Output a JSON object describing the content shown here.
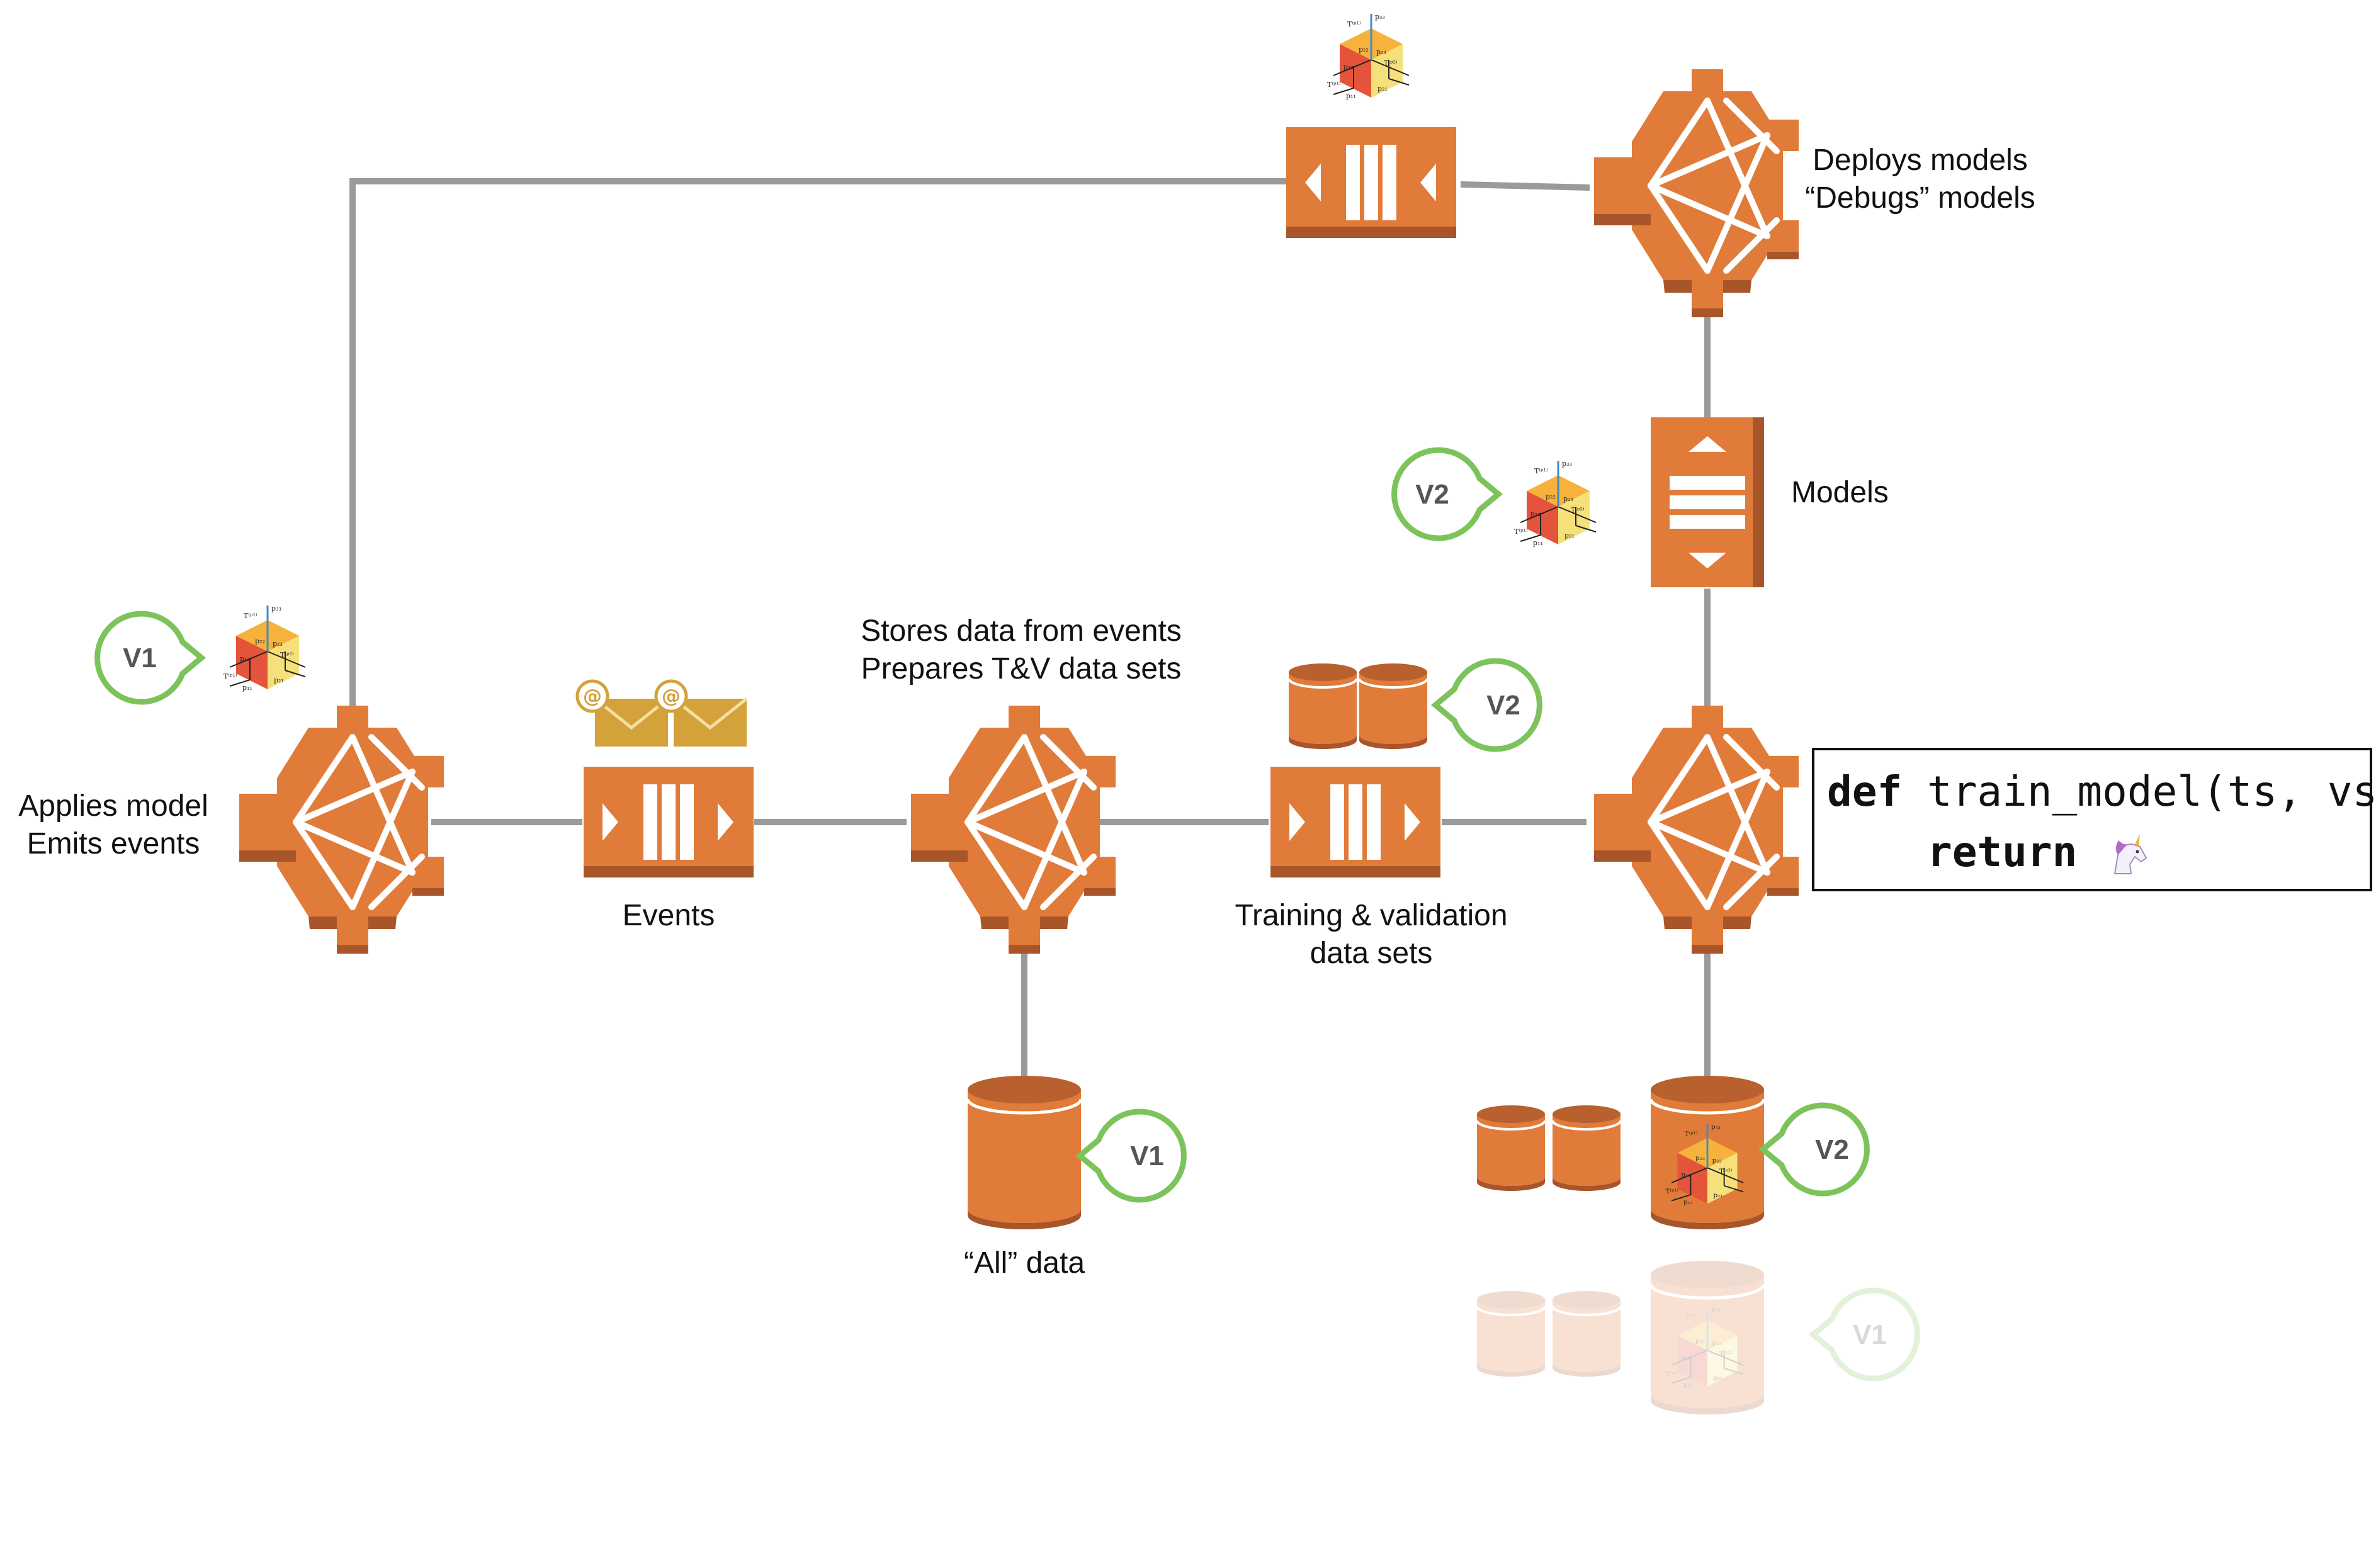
{
  "colors": {
    "orange": "#E07B39",
    "orange_dark": "#A9552A",
    "line": "#9A9A9A",
    "version_badge": "#7DC35B",
    "envelope": "#D4A23A"
  },
  "labels": {
    "applies_model_1": "Applies model",
    "applies_model_2": "Emits events",
    "events": "Events",
    "stores_data_1": "Stores data from events",
    "stores_data_2": "Prepares T&V data sets",
    "all_data": "“All” data",
    "training_1": "Training & validation",
    "training_2": "data sets",
    "models": "Models",
    "deploys_1": "Deploys models",
    "deploys_2": "“Debugs” models"
  },
  "badges": {
    "app_node": "V1",
    "all_data": "V1",
    "tv_sets": "V2",
    "models": "V2",
    "model_store_current": "V2",
    "model_store_previous": "V1"
  },
  "code": {
    "kw_def": "def",
    "signature": " train_model(ts, vs):",
    "kw_return": "return",
    "emoji": "unicorn"
  },
  "icons": [
    "compute-node-icon",
    "queue-icon",
    "database-icon",
    "envelope-icon",
    "model-cube-icon",
    "version-badge-icon"
  ]
}
